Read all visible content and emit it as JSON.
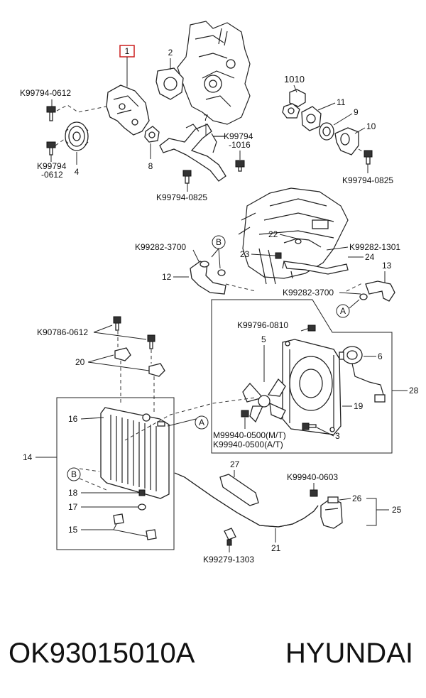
{
  "diagram": {
    "labels": {
      "n1": "1",
      "n2": "2",
      "n1010": "1010",
      "n11": "11",
      "n9": "9",
      "n10": "10",
      "n4": "4",
      "n8": "8",
      "n7": "7",
      "k_0612_top": "K99794-0612",
      "k_0612_left_a": "K99794",
      "k_0612_left_b": "-0612",
      "k_1016_a": "K99794",
      "k_1016_b": "-1016",
      "k_0825_mid": "K99794-0825",
      "k_0825_right": "K99794-0825",
      "k_3700_left": "K99282-3700",
      "B_top": "B",
      "n12": "12",
      "n22": "22",
      "n23": "23",
      "n24": "24",
      "n13": "13",
      "k_1301": "K99282-1301",
      "k_3700_right": "K99282-3700",
      "A_right": "A",
      "k_0810": "K99796-0810",
      "n5": "5",
      "n6": "6",
      "n28": "28",
      "n19": "19",
      "n3": "3",
      "m_0500": "M99940-0500(M/T)",
      "k_0500": "K99940-0500(A/T)",
      "k_0786": "K90786-0612",
      "n20": "20",
      "n16": "16",
      "A_mid": "A",
      "n14": "14",
      "B_left": "B",
      "n18": "18",
      "n17": "17",
      "n15": "15",
      "n27": "27",
      "k_0603": "K99940-0603",
      "n26": "26",
      "n25": "25",
      "n21": "21",
      "k_1303": "K99279-1303"
    }
  },
  "footer": {
    "part_number": "OK93015010A",
    "brand": "HYUNDAI"
  },
  "colors": {
    "highlight_box": "#cc1f1f",
    "line": "#222222"
  }
}
